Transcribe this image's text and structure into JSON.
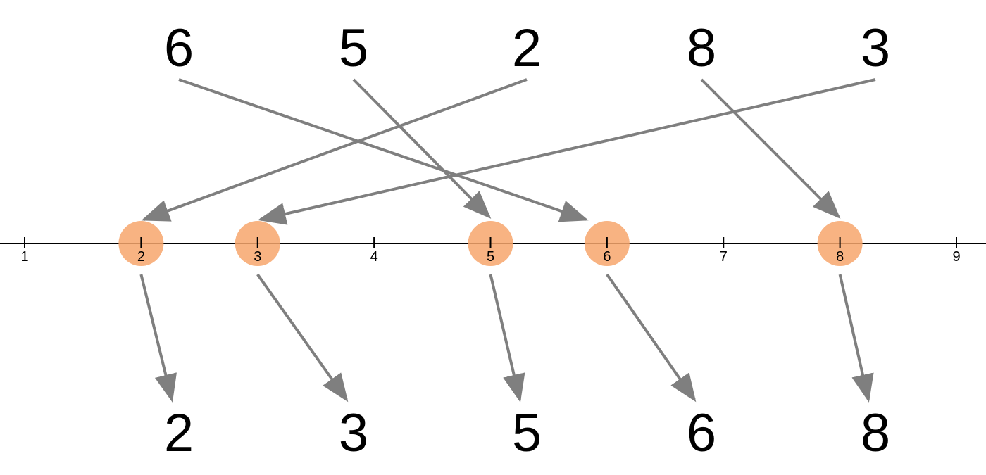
{
  "input_sequence": [
    "6",
    "5",
    "2",
    "8",
    "3"
  ],
  "sorted_sequence": [
    "2",
    "3",
    "5",
    "6",
    "8"
  ],
  "number_line": {
    "min": 1,
    "max": 9,
    "tick_labels": [
      "1",
      "2",
      "3",
      "4",
      "5",
      "6",
      "7",
      "8",
      "9"
    ],
    "marked_values": [
      2,
      3,
      5,
      6,
      8
    ]
  },
  "colors": {
    "marker_fill": "#f7a66c",
    "arrow": "#7f7f7f",
    "axis": "#000000",
    "text": "#000000"
  }
}
